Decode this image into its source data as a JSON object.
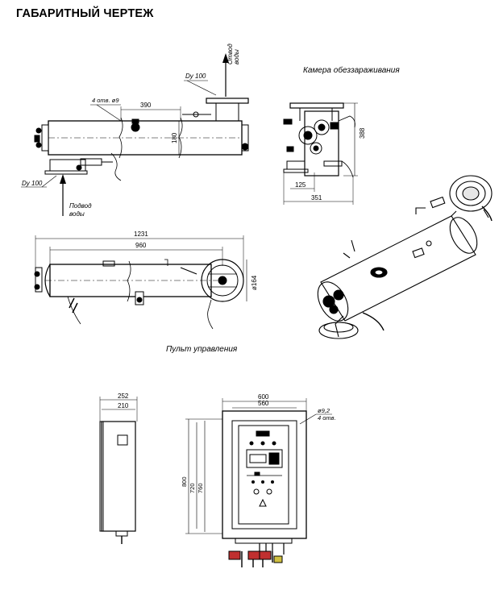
{
  "title": "ГАБАРИТНЫЙ ЧЕРТЕЖ",
  "labels": {
    "chamber": "Камера обеззараживания",
    "control": "Пульт управления",
    "outlet_dy": "Dy 100",
    "outlet_line1": "Отвод",
    "outlet_line2": "воды",
    "inlet_dy": "Dy 100",
    "inlet_line1": "Подвод",
    "inlet_line2": "воды",
    "holes": "4 отв. ø9",
    "panel_holes_d": "ø9,2",
    "panel_holes_n": "4 отв."
  },
  "dimensions": {
    "d390": "390",
    "d180": "180",
    "d388": "388",
    "d125": "125",
    "d351": "351",
    "d1231": "1231",
    "d960": "960",
    "d164": "ø164",
    "d252": "252",
    "d210": "210",
    "d600": "600",
    "d560": "560",
    "d800": "800",
    "d720": "720",
    "d760": "760"
  }
}
